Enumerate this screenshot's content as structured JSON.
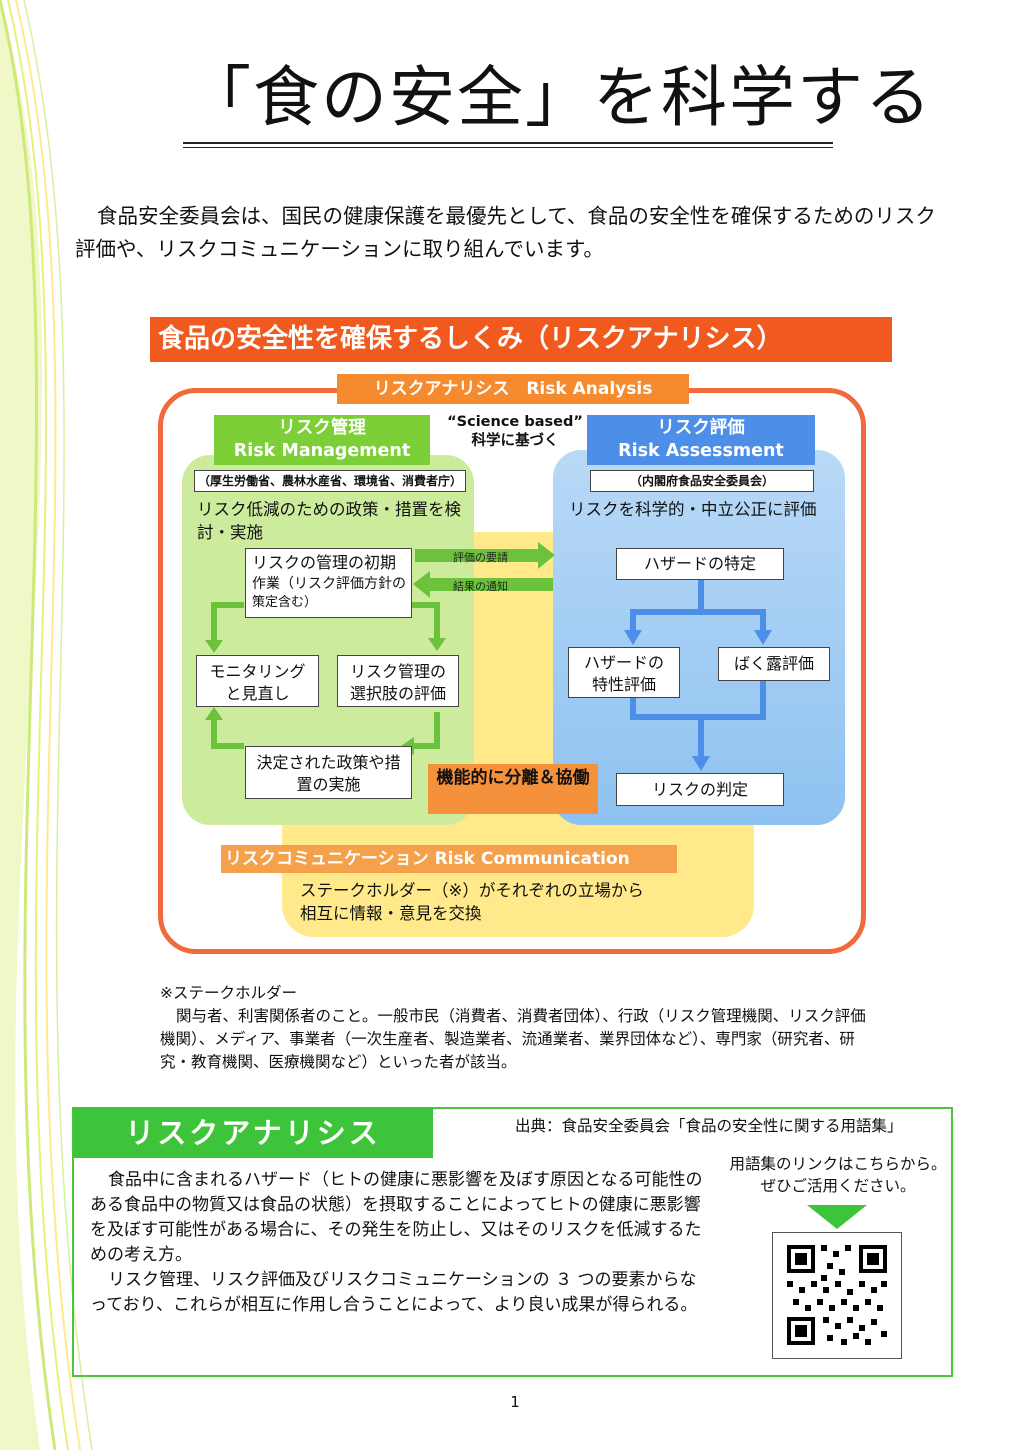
{
  "title": "「食の安全」を科学する",
  "intro": "食品安全委員会は、国民の健康保護を最優先として、食品の安全性を確保するためのリスク評価や、リスクコミュニケーションに取り組んでいます。",
  "diagram": {
    "banner": "食品の安全性を確保するしくみ（リスクアナリシス）",
    "ra_tag": "リスクアナリシス　Risk Analysis",
    "science_line1": "“Science based”",
    "science_line2": "科学に基づく",
    "management": {
      "tag_jp": "リスク管理",
      "tag_en": "Risk Management",
      "agencies": "（厚生労働省、農林水産省、環境省、消費者庁）",
      "description": "リスク低減のための政策・措置を検討・実施",
      "box_initial_line1": "リスクの管理の初期",
      "box_initial_line2": "作業（リスク評価方針の",
      "box_initial_line3": "策定含む）",
      "box_monitoring": "モニタリングと見直し",
      "box_options": "リスク管理の選択肢の評価",
      "box_implementation": "決定された政策や措置の実施"
    },
    "arrow_request": "評価の要請",
    "arrow_notify": "結果の通知",
    "assessment": {
      "tag_jp": "リスク評価",
      "tag_en": "Risk Assessment",
      "agency": "（内閣府食品安全委員会）",
      "description": "リスクを科学的・中立公正に評価",
      "box_hazard_id": "ハザードの特定",
      "box_hazard_char": "ハザードの特性評価",
      "box_exposure": "ばく露評価",
      "box_risk_char": "リスクの判定"
    },
    "functional": "機能的に分離＆協働",
    "communication": {
      "tag": "リスクコミュニケーション Risk Communication",
      "line1": "ステークホルダー（※）がそれぞれの立場から",
      "line2": "相互に情報・意見を交換"
    }
  },
  "note": {
    "heading": "※ステークホルダー",
    "body": "関与者、利害関係者のこと。一般市民（消費者、消費者団体）、行政（リスク管理機関、リスク評価機関）、メディア、事業者（一次生産者、製造業者、流通業者、業界団体など）、専門家（研究者、研究・教育機関、医療機関など）といった者が該当。"
  },
  "glossary": {
    "tag": "リスクアナリシス",
    "source": "出典：食品安全委員会「食品の安全性に関する用語集」",
    "para1": "食品中に含まれるハザード（ヒトの健康に悪影響を及ぼす原因となる可能性のある食品中の物質又は食品の状態）を摂取することによってヒトの健康に悪影響を及ぼす可能性がある場合に、その発生を防止し、又はそのリスクを低減するための考え方。",
    "para2": "リスク管理、リスク評価及びリスクコミュニケーションの ３ つの要素からなっており、これらが相互に作用し合うことによって、より良い成果が得られる。",
    "link_line1": "用語集のリンクはこちらから。",
    "link_line2": "ぜひご活用ください。",
    "qr_icon": "qr-code"
  },
  "page_number": "1"
}
